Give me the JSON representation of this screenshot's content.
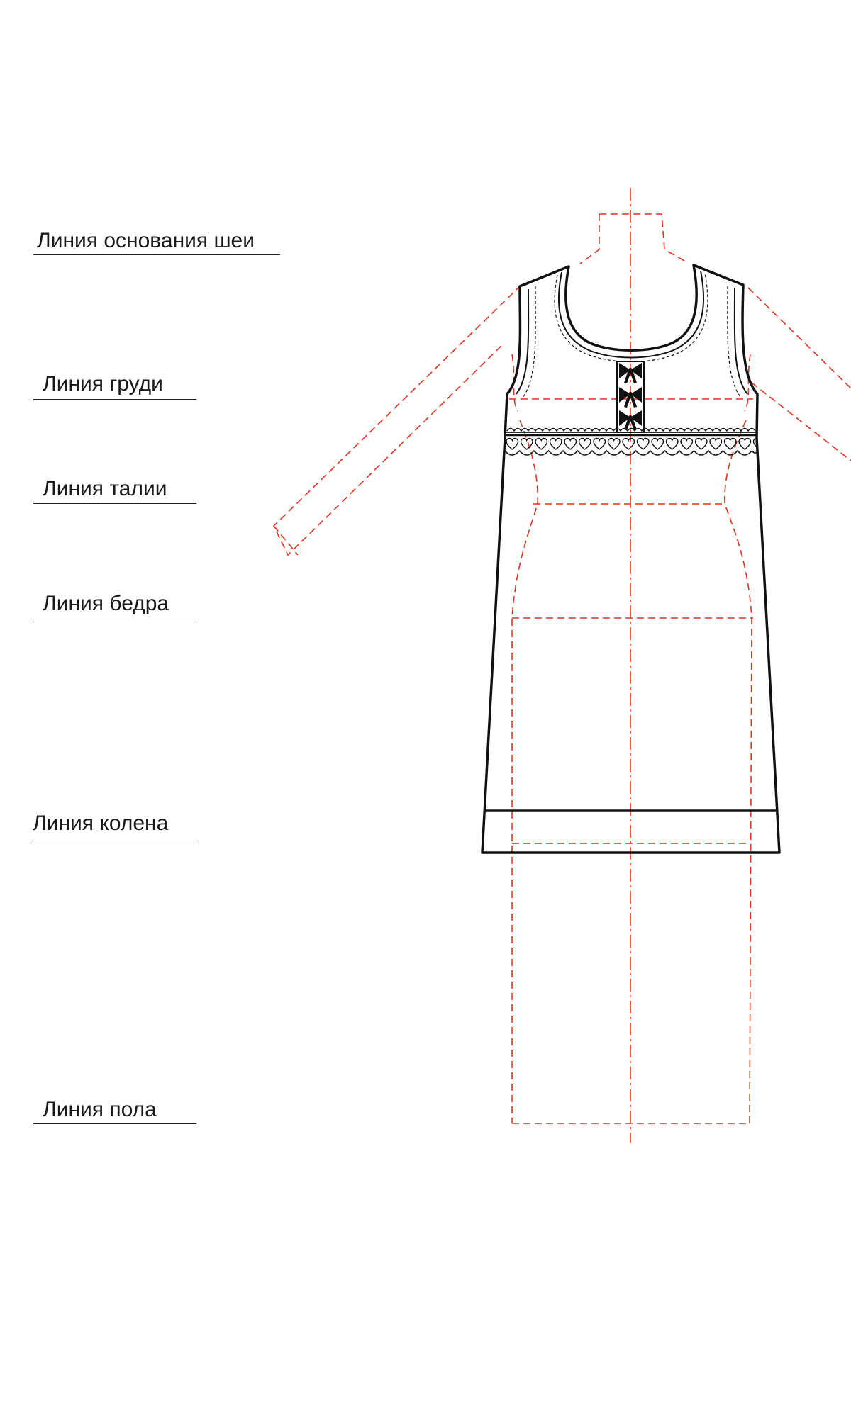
{
  "labels": {
    "neck_base": "Линия основания шеи",
    "bust": "Линия груди",
    "waist": "Линия талии",
    "hip": "Линия бедра",
    "knee": "Линия колена",
    "floor": "Линия пола"
  },
  "colors": {
    "figure_line": "#e0321e",
    "garment_line": "#111111",
    "text": "#1a1a1a"
  }
}
